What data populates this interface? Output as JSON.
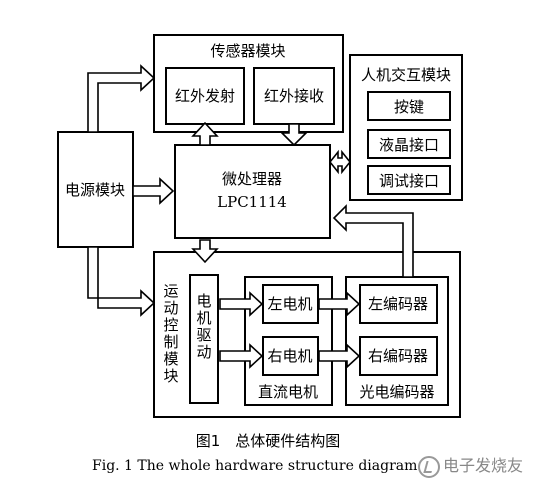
{
  "blocks": {
    "sensor_module": "传感器模块",
    "ir_transmit": "红外发射",
    "ir_receive": "红外接收",
    "hmi_module": "人机交互模块",
    "buttons": "按键",
    "lcd_interface": "液晶接口",
    "debug_interface": "调试接口",
    "power_module": "电源模块",
    "mcu_line1": "微处理器",
    "mcu_line2": "LPC1114",
    "motion_module": "运动控制模块",
    "motor_driver": "电机驱动",
    "left_motor": "左电机",
    "right_motor": "右电机",
    "dc_motor": "直流电机",
    "left_encoder": "左编码器",
    "right_encoder": "右编码器",
    "photo_encoder": "光电编码器"
  },
  "caption": {
    "chinese": "图1　总体硬件结构图",
    "english": "Fig. 1 The whole hardware structure diagram"
  },
  "watermark": "电子发烧友"
}
